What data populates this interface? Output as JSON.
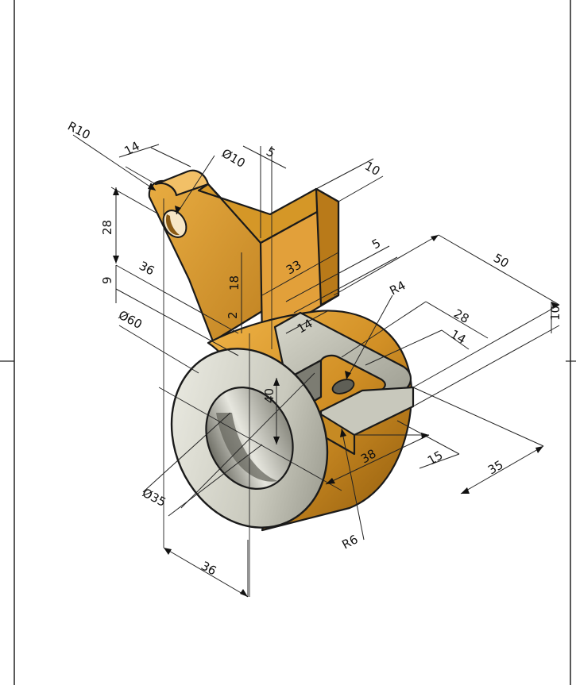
{
  "dimensions": {
    "r_eye": "R10",
    "w_ear": "14",
    "d_hole": "Ø10",
    "t_5_top": "5",
    "t_10_top": "10",
    "h_28": "28",
    "l_36_upper": "36",
    "h_9": "9",
    "d_60": "Ø60",
    "h_18": "18",
    "h_2": "2",
    "w_33": "33",
    "t_5_mid": "5",
    "r_4": "R4",
    "l_50": "50",
    "l_28": "28",
    "t_10_right": "10",
    "w_14_right": "14",
    "w_14_slot": "14",
    "d_40": "40",
    "l_38": "38",
    "l_15": "15",
    "l_35": "35",
    "d_35": "Ø35",
    "r_6": "R6",
    "l_36_bottom": "36"
  },
  "colors": {
    "body_light": "#e3a23a",
    "body_mid": "#c98a22",
    "body_dark": "#9c6410",
    "face_light": "#d4d4c8",
    "face_dark": "#8f8f84",
    "bore": "#b7b7ae"
  }
}
